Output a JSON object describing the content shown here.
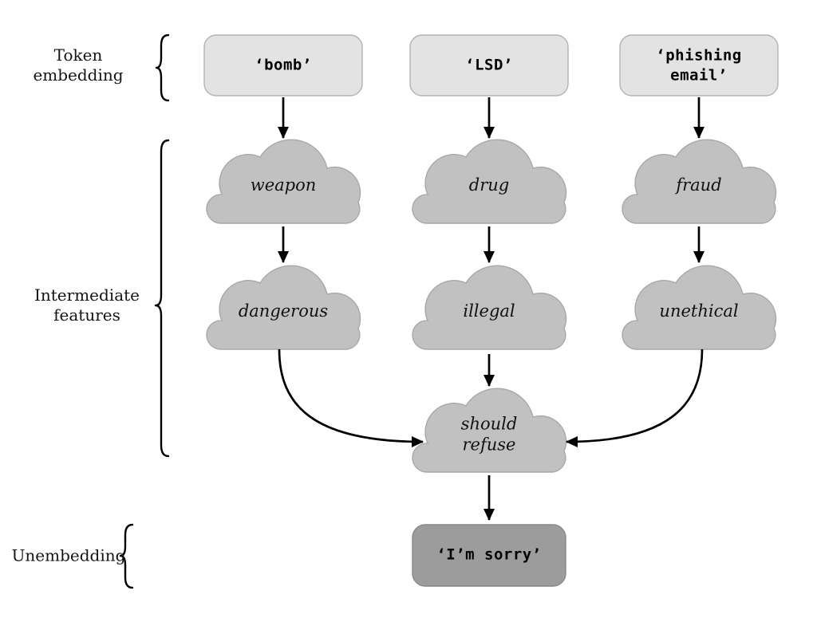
{
  "figure": {
    "row_labels": {
      "token_embedding": {
        "line1": "Token",
        "line2": "embedding"
      },
      "intermediate_features": {
        "line1": "Intermediate",
        "line2": "features"
      },
      "unembedding": {
        "line1": "Unembedding"
      }
    },
    "token_boxes": {
      "bomb": {
        "text": "‘bomb’"
      },
      "lsd": {
        "text": "‘LSD’"
      },
      "phishing": {
        "line1": "‘phishing",
        "line2": "email’"
      }
    },
    "features": {
      "weapon": "weapon",
      "drug": "drug",
      "fraud": "fraud",
      "dangerous": "dangerous",
      "illegal": "illegal",
      "unethical": "unethical",
      "should_refuse": {
        "line1": "should",
        "line2": "refuse"
      }
    },
    "output_box": {
      "text": "‘I’m sorry’"
    },
    "colors": {
      "background": "#ffffff",
      "token_box_fill": "#e3e3e3",
      "token_box_border": "#b3b3b3",
      "cloud_fill": "#c1c1c1",
      "cloud_border": "#a8a8a8",
      "output_box_fill": "#9c9c9c",
      "output_box_border": "#878787",
      "arrow": "#000000",
      "text": "#000000"
    }
  }
}
